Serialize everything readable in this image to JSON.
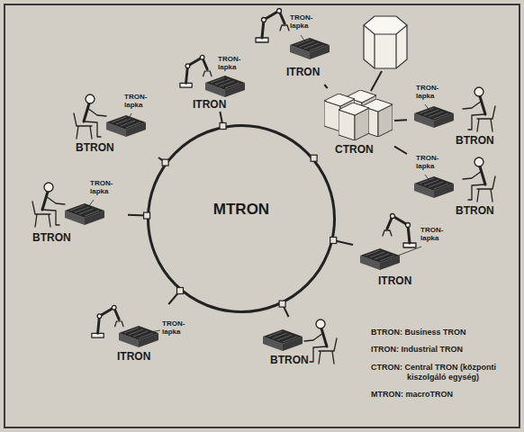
{
  "diagram": {
    "nodes": [
      {
        "text": [
          "MTRON"
        ]
      },
      {
        "text": [
          "TRON- lapka",
          "ITRON"
        ]
      },
      {
        "text": [
          "TRON- lapka",
          "ITRON"
        ]
      },
      {
        "text": [
          "CTRON"
        ]
      },
      {
        "text": [
          "TRON- lapka",
          "BTRON"
        ]
      },
      {
        "text": [
          "TRON- lapka",
          "BTRON"
        ]
      },
      {
        "text": [
          "TRON- lapka",
          "BTRON"
        ]
      },
      {
        "text": [
          "TRON- lapka",
          "BTRON"
        ]
      },
      {
        "text": [
          "TRON- lapka",
          "ITRON"
        ]
      },
      {
        "text": [
          "TRON- lapka",
          "ITRON"
        ]
      },
      {
        "text": [
          "BTRON"
        ]
      }
    ],
    "edges": [
      {
        "from": 1,
        "to": 3,
        "arrow": "none"
      },
      {
        "from": 2,
        "to": 0,
        "arrow": "none"
      },
      {
        "from": 3,
        "to": 0,
        "arrow": "none"
      },
      {
        "from": 3,
        "to": 5,
        "arrow": "none"
      },
      {
        "from": 3,
        "to": 6,
        "arrow": "none"
      },
      {
        "from": 4,
        "to": 0,
        "arrow": "none"
      },
      {
        "from": 7,
        "to": 0,
        "arrow": "none"
      },
      {
        "from": 8,
        "to": 0,
        "arrow": "none"
      },
      {
        "from": 9,
        "to": 0,
        "arrow": "none"
      },
      {
        "from": 10,
        "to": 0,
        "arrow": "none"
      }
    ],
    "labels": [
      "BTRON: Business TRON",
      "ITRON: Industrial TRON",
      "CTRON: Central TRON (központi kiszolgáló egység)",
      "MTRON: macroTRON"
    ]
  }
}
